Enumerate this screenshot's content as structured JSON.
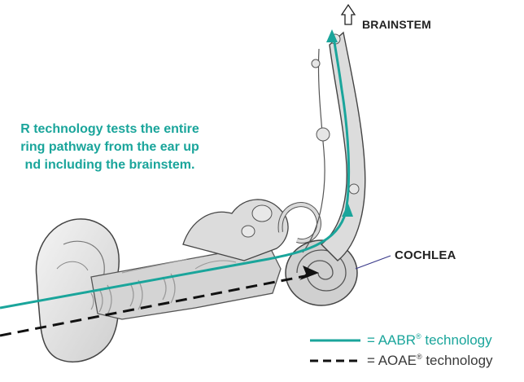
{
  "colors": {
    "teal": "#1aa59b",
    "dashed": "#111111",
    "anatomy_fill": "#d6d6d6",
    "anatomy_stroke": "#555555",
    "label_line": "#3a3a8a"
  },
  "callout": {
    "line1": "R technology tests the entire",
    "line2": "ring pathway from the ear up",
    "line3": "nd including the brainstem."
  },
  "labels": {
    "brainstem": "BRAINSTEM",
    "cochlea": "COCHLEA"
  },
  "legend": {
    "aabr": {
      "prefix": "= AABR",
      "mark": "®",
      "suffix": " technology",
      "style": "solid"
    },
    "aoae": {
      "prefix": "= AOAE",
      "mark": "®",
      "suffix": " technology",
      "style": "dashed"
    }
  },
  "icons": {
    "arrow_up": "up-arrow-icon"
  }
}
